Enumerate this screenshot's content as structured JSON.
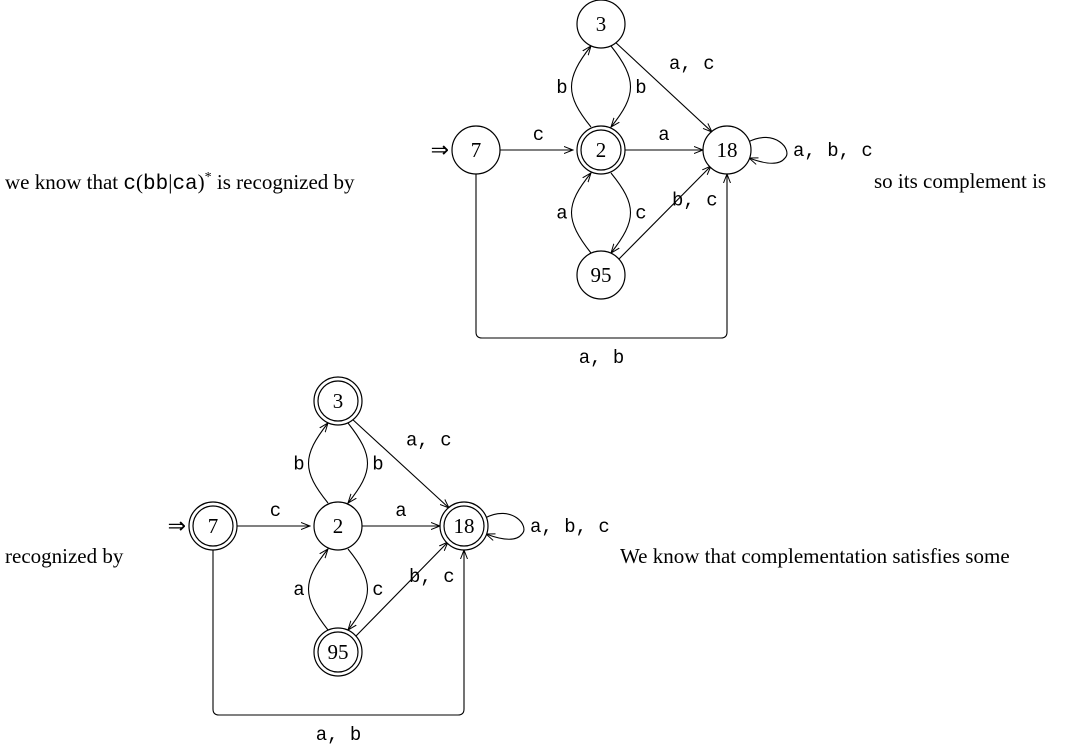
{
  "text": {
    "p1_before": "we know that ",
    "p1_regex_c": "c",
    "p1_paren_open": "(",
    "p1_regex_bb": "bb",
    "p1_bar": "|",
    "p1_regex_ca": "ca",
    "p1_paren_close": ")",
    "p1_star": "*",
    "p1_after": " is recognized by",
    "p2": "so its complement is",
    "p3": "recognized by",
    "p4": "We know that complementation satisfies some"
  },
  "start_marker": "⇒",
  "automata": [
    {
      "id": "dfa",
      "states": [
        {
          "id": "7",
          "label": "7",
          "start": true,
          "accepting": false
        },
        {
          "id": "2",
          "label": "2",
          "start": false,
          "accepting": true
        },
        {
          "id": "3",
          "label": "3",
          "start": false,
          "accepting": false
        },
        {
          "id": "95",
          "label": "95",
          "start": false,
          "accepting": false
        },
        {
          "id": "18",
          "label": "18",
          "start": false,
          "accepting": false
        }
      ],
      "transitions": [
        {
          "from": "7",
          "to": "2",
          "label": "c"
        },
        {
          "from": "2",
          "to": "18",
          "label": "a"
        },
        {
          "from": "2",
          "to": "3",
          "label": "b"
        },
        {
          "from": "3",
          "to": "2",
          "label": "b"
        },
        {
          "from": "3",
          "to": "18",
          "label": "a, c"
        },
        {
          "from": "2",
          "to": "95",
          "label": "c"
        },
        {
          "from": "95",
          "to": "2",
          "label": "a"
        },
        {
          "from": "95",
          "to": "18",
          "label": "b, c"
        },
        {
          "from": "7",
          "to": "18",
          "label": "a, b"
        },
        {
          "from": "18",
          "to": "18",
          "label": "a, b, c"
        }
      ]
    },
    {
      "id": "complement",
      "states": [
        {
          "id": "7",
          "label": "7",
          "start": true,
          "accepting": true
        },
        {
          "id": "2",
          "label": "2",
          "start": false,
          "accepting": false
        },
        {
          "id": "3",
          "label": "3",
          "start": false,
          "accepting": true
        },
        {
          "id": "95",
          "label": "95",
          "start": false,
          "accepting": true
        },
        {
          "id": "18",
          "label": "18",
          "start": false,
          "accepting": true
        }
      ],
      "transitions": [
        {
          "from": "7",
          "to": "2",
          "label": "c"
        },
        {
          "from": "2",
          "to": "18",
          "label": "a"
        },
        {
          "from": "2",
          "to": "3",
          "label": "b"
        },
        {
          "from": "3",
          "to": "2",
          "label": "b"
        },
        {
          "from": "3",
          "to": "18",
          "label": "a, c"
        },
        {
          "from": "2",
          "to": "95",
          "label": "c"
        },
        {
          "from": "95",
          "to": "2",
          "label": "a"
        },
        {
          "from": "95",
          "to": "18",
          "label": "b, c"
        },
        {
          "from": "7",
          "to": "18",
          "label": "a, b"
        },
        {
          "from": "18",
          "to": "18",
          "label": "a, b, c"
        }
      ]
    }
  ]
}
